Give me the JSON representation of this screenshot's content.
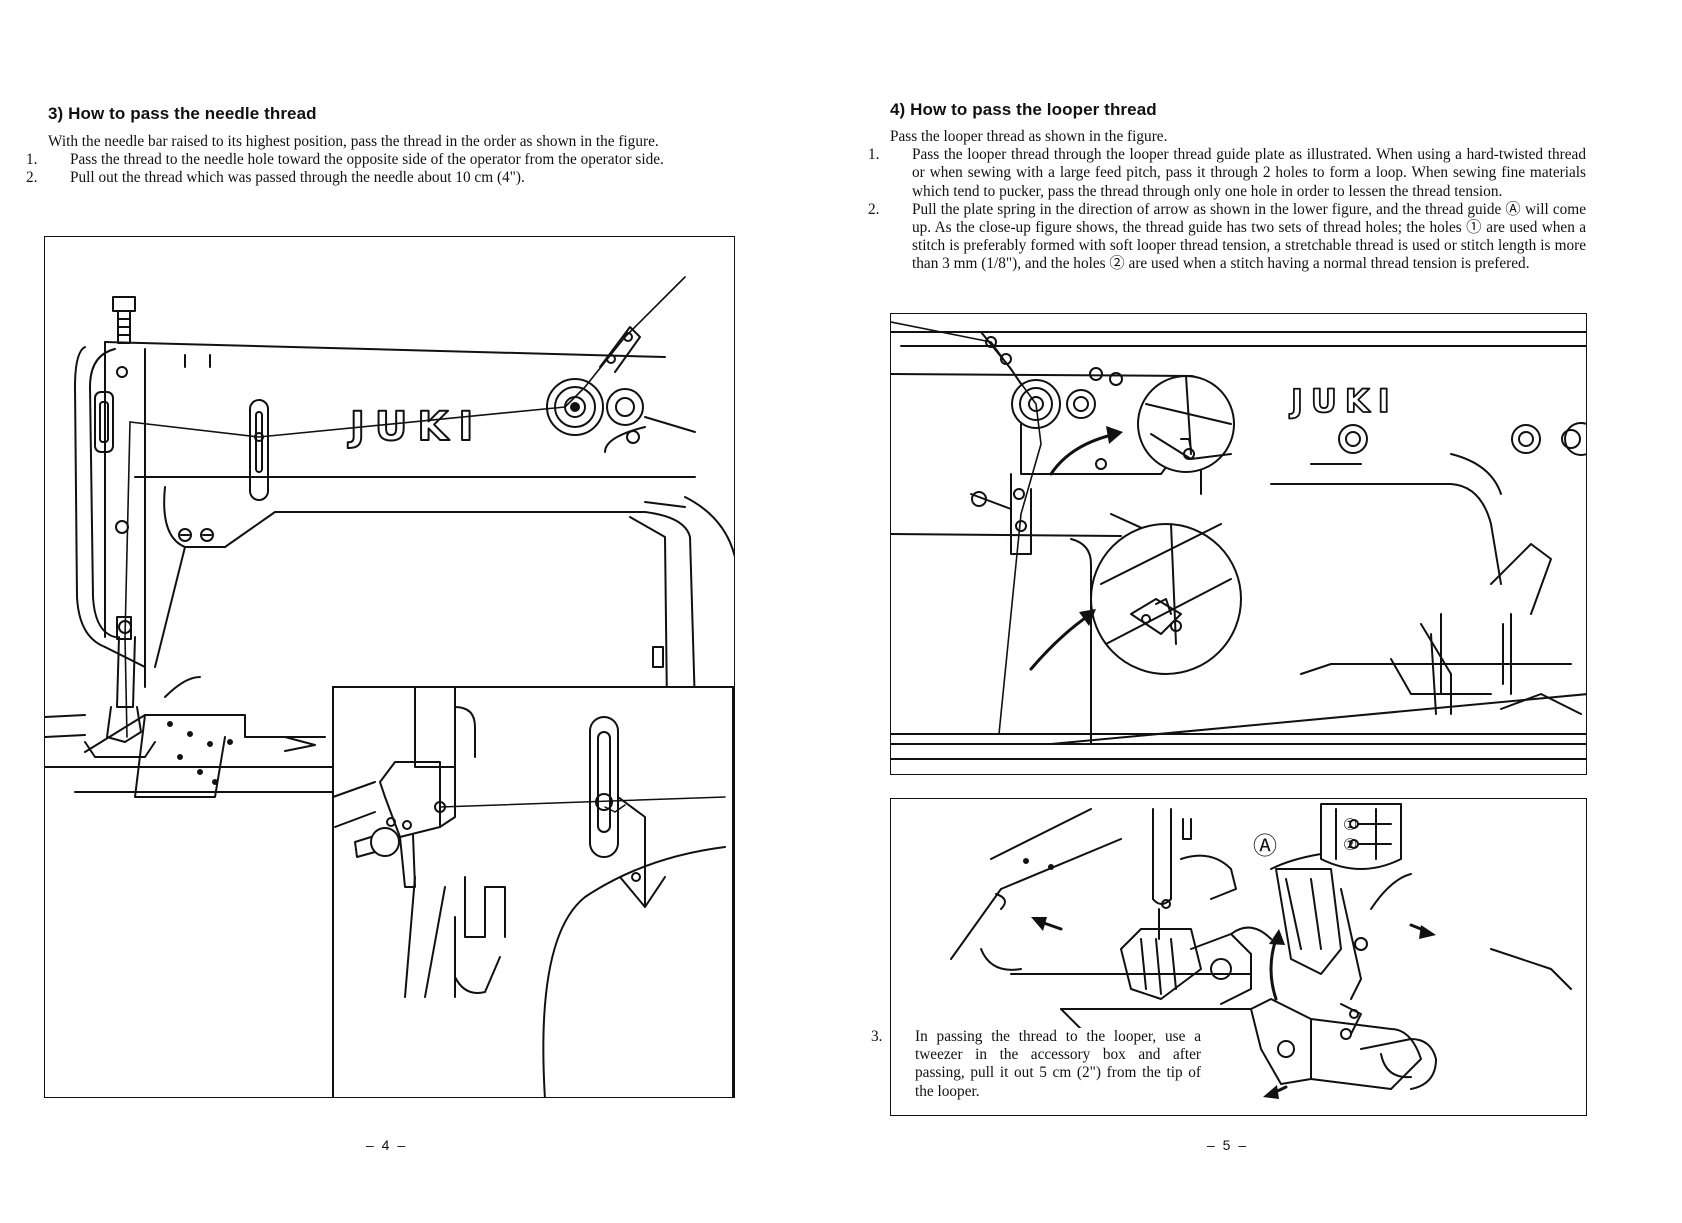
{
  "left_page": {
    "heading": "3)  How to pass the needle thread",
    "intro": "With the needle bar raised to its highest position, pass the thread in the order as shown in the figure.",
    "steps": [
      {
        "num": "1.",
        "text": "Pass the thread to the needle hole toward the opposite side of the operator from the operator side."
      },
      {
        "num": "2.",
        "text": "Pull out the thread which was passed through the needle about 10 cm (4\")."
      }
    ],
    "figure": {
      "brand_label": "JUKI"
    },
    "page_number": "– 4 –"
  },
  "right_page": {
    "heading": "4)  How to pass the looper thread",
    "intro": "Pass the looper thread as shown in the figure.",
    "steps": [
      {
        "num": "1.",
        "text": "Pass the looper thread through the looper thread guide plate as illustrated. When using a hard-twisted thread or when sewing with a large feed pitch, pass it through 2 holes to form a loop. When sewing fine materials which tend to pucker, pass the thread through only one hole in order to lessen the thread tension."
      },
      {
        "num": "2.",
        "text": "Pull the plate spring in the direction of arrow as shown in the lower figure, and the thread guide Ⓐ will come up. As the close-up figure shows, the thread guide has two sets of thread holes; the holes ① are used when a stitch is preferably formed with soft looper thread tension, a stretchable thread is used or stitch length is more than 3 mm (1/8\"), and the holes ② are used when a stitch having a normal thread tension is prefered."
      }
    ],
    "figure_top": {
      "brand_label": "JUKI"
    },
    "figure_bottom": {
      "label_a": "Ⓐ",
      "label_1": "①",
      "label_2": "②",
      "step3": {
        "num": "3.",
        "text": "In passing the thread to the looper, use a tweezer in the accessory box and after passing, pull it out 5 cm (2\") from the tip of the looper."
      }
    },
    "page_number": "– 5 –"
  }
}
